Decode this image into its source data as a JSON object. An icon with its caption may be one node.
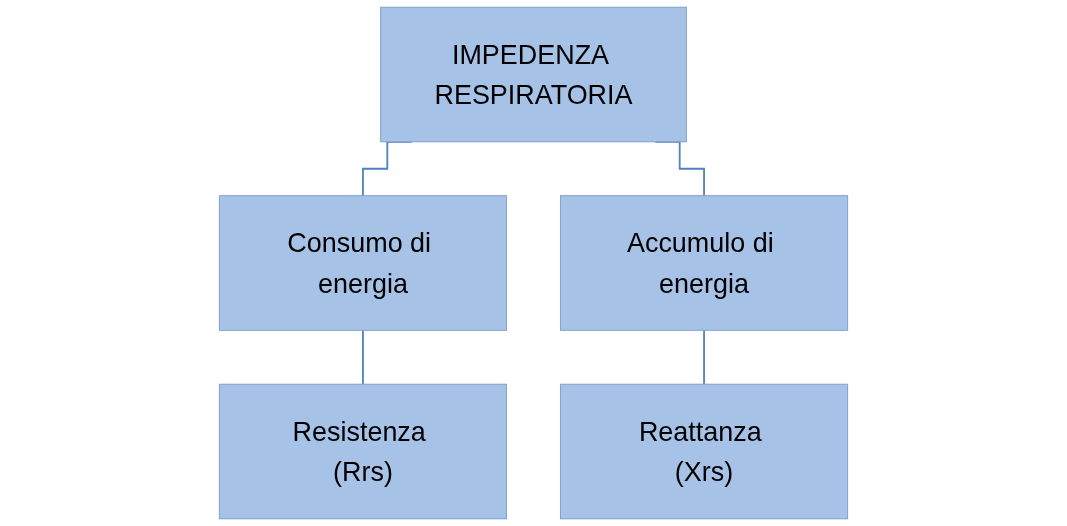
{
  "diagram": {
    "nodes": [
      {
        "text": [
          "IMPEDENZA RESPIRATORIA"
        ]
      },
      {
        "text": [
          "Consumo di energia"
        ]
      },
      {
        "text": [
          "Accumulo di energia"
        ]
      },
      {
        "text": [
          "Resistenza (Rrs)"
        ]
      },
      {
        "text": [
          "Reattanza (Xrs)"
        ]
      }
    ],
    "edges": [
      {
        "from": 0,
        "to": 1,
        "arrow": "none"
      },
      {
        "from": 0,
        "to": 2,
        "arrow": "none"
      },
      {
        "from": 1,
        "to": 3,
        "arrow": "none"
      },
      {
        "from": 2,
        "to": 4,
        "arrow": "none"
      }
    ]
  }
}
